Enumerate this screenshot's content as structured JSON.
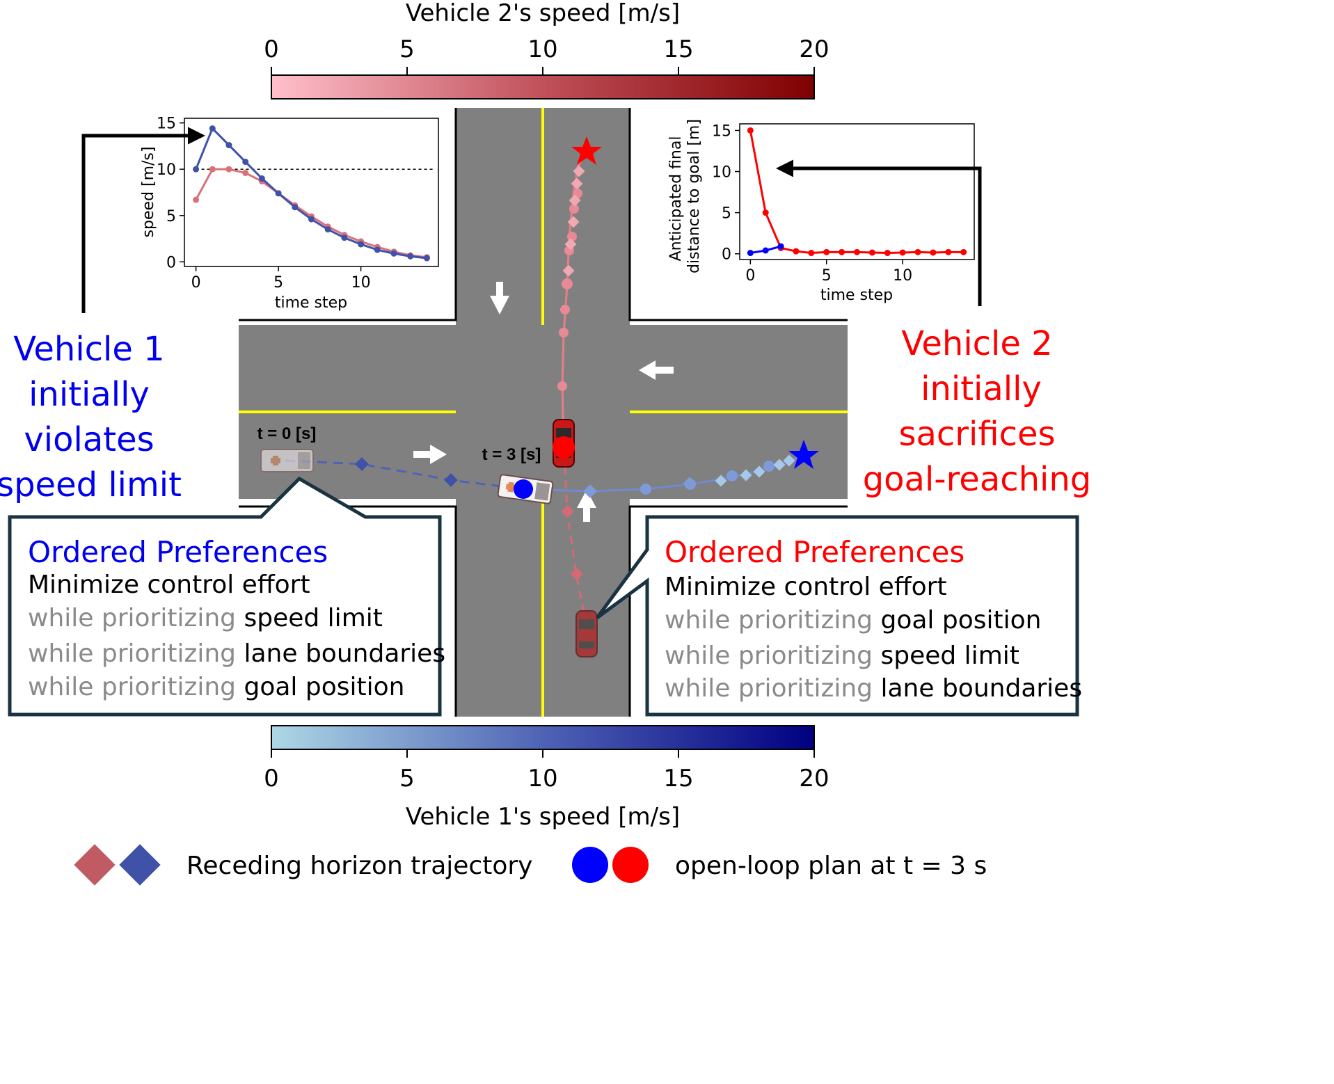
{
  "colorbar_top": {
    "label": "Vehicle 2's speed [m/s]",
    "ticks": [
      "0",
      "5",
      "10",
      "15",
      "20"
    ],
    "range": [
      0,
      20
    ],
    "color_start": "#ffc0cb",
    "color_end": "#800000"
  },
  "colorbar_bottom": {
    "label": "Vehicle 1's speed [m/s]",
    "ticks": [
      "0",
      "5",
      "10",
      "15",
      "20"
    ],
    "range": [
      0,
      20
    ],
    "color_start": "#add8e6",
    "color_end": "#000080"
  },
  "vehicle1": {
    "headline": [
      "Vehicle 1",
      "initially",
      "violates",
      "speed limit"
    ],
    "color": "#0000ee",
    "preferences": {
      "title": "Ordered Preferences",
      "base": "Minimize control effort",
      "prefix": "while prioritizing",
      "items": [
        "speed limit",
        "lane boundaries",
        "goal position"
      ]
    }
  },
  "vehicle2": {
    "headline": [
      "Vehicle 2",
      "initially",
      "sacrifices",
      "goal-reaching"
    ],
    "color": "#ff0000",
    "preferences": {
      "title": "Ordered Preferences",
      "base": "Minimize control effort",
      "prefix": "while prioritizing",
      "items": [
        "goal position",
        "speed limit",
        "lane boundaries"
      ]
    }
  },
  "scene": {
    "time_label_start": "t = 0 [s]",
    "time_label_mid": "t = 3 [s]",
    "road_color": "#808080",
    "lane_color": "#ffff00"
  },
  "legend": {
    "receding": "Receding horizon trajectory",
    "openloop": "open-loop plan at t = 3 s",
    "red": "#c05a63",
    "blue": "#3f52a8",
    "dot_blue": "#0000ff",
    "dot_red": "#ff0000"
  },
  "chart_data": [
    {
      "type": "line",
      "xlabel": "time step",
      "ylabel": "speed [m/s]",
      "xlim": [
        -0.7,
        14.7
      ],
      "ylim": [
        -0.5,
        15.5
      ],
      "xticks": [
        0,
        5,
        10
      ],
      "yticks": [
        0,
        5,
        10,
        15
      ],
      "reference_line": 10,
      "series": [
        {
          "color": "#3f52a8",
          "x": [
            0,
            1,
            2,
            3,
            4,
            5,
            6,
            7,
            8,
            9,
            10,
            11,
            12,
            13,
            14
          ],
          "values": [
            10.0,
            14.4,
            12.6,
            10.8,
            9.0,
            7.4,
            5.9,
            4.6,
            3.5,
            2.6,
            1.9,
            1.3,
            0.9,
            0.6,
            0.4
          ]
        },
        {
          "color": "#d9707a",
          "x": [
            0,
            1,
            2,
            3,
            4,
            5,
            6,
            7,
            8,
            9,
            10,
            11,
            12,
            13,
            14
          ],
          "values": [
            6.7,
            10.0,
            10.0,
            9.6,
            8.7,
            7.4,
            6.1,
            4.9,
            3.8,
            2.9,
            2.2,
            1.6,
            1.1,
            0.7,
            0.5
          ]
        }
      ]
    },
    {
      "type": "line",
      "xlabel": "time step",
      "ylabel": "Anticipated final distance to goal [m]",
      "xlim": [
        -0.7,
        14.7
      ],
      "ylim": [
        -0.7,
        15.8
      ],
      "xticks": [
        0,
        5,
        10
      ],
      "yticks": [
        0,
        5,
        10,
        15
      ],
      "series": [
        {
          "color": "#0000ff",
          "x": [
            0,
            1,
            2
          ],
          "values": [
            0.1,
            0.4,
            0.9
          ]
        },
        {
          "color": "#ff0000",
          "x": [
            0,
            1,
            2,
            3,
            4,
            5,
            6,
            7,
            8,
            9,
            10,
            11,
            12,
            13,
            14
          ],
          "values": [
            15.0,
            5.0,
            0.7,
            0.3,
            0.1,
            0.2,
            0.2,
            0.2,
            0.15,
            0.1,
            0.15,
            0.2,
            0.15,
            0.2,
            0.2
          ]
        }
      ]
    }
  ]
}
